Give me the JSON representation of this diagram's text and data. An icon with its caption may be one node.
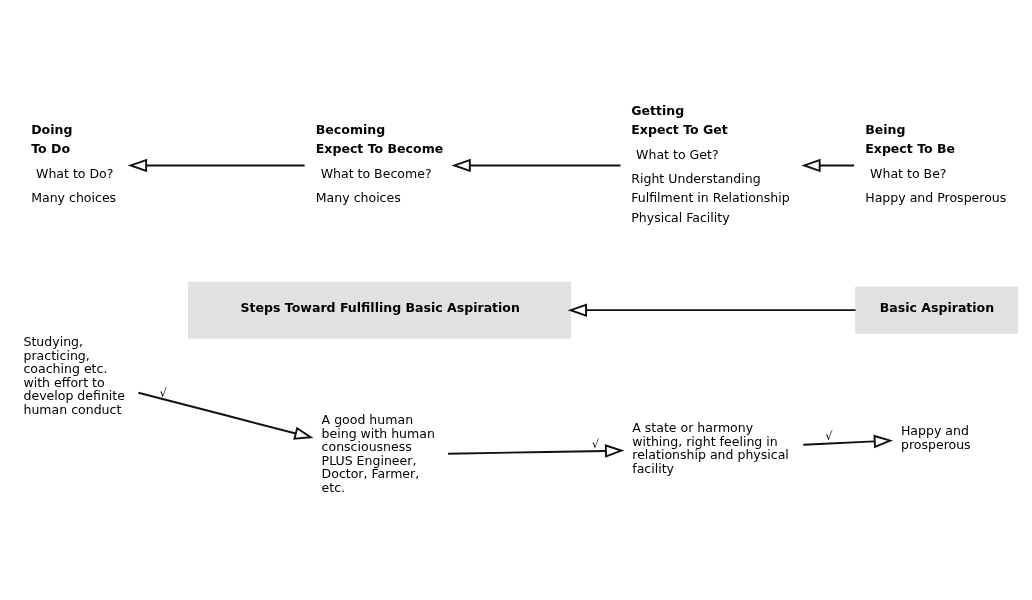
{
  "diagram": {
    "nodes": [
      {
        "text": [
          "Doing",
          "To Do"
        ],
        "beside": [
          "What to Do?",
          "Many choices"
        ]
      },
      {
        "text": [
          "Becoming",
          "Expect To Become"
        ],
        "beside": [
          "What to Become?",
          "Many choices"
        ]
      },
      {
        "text": [
          "Getting",
          "Expect To Get"
        ],
        "beside": [
          "What to Get?",
          "Right Understanding",
          "Fulfilment in Relationship",
          "Physical Facility"
        ]
      },
      {
        "text": [
          "Being",
          "Expect To Be"
        ],
        "beside": [
          "What to Be?",
          "Happy and Prosperous"
        ]
      },
      {
        "text": [
          "Steps Toward Fulfilling Basic Aspiration"
        ]
      },
      {
        "text": [
          "Basic Aspiration"
        ]
      },
      {
        "text": [
          "Studying, practicing, coaching etc. with effort to develop definite human conduct"
        ]
      },
      {
        "text": [
          "A good human being with human consciousness PLUS Engineer, Doctor, Farmer, etc."
        ]
      },
      {
        "text": [
          "A state or harmony withing, right feeling in relationship and physical facility"
        ]
      },
      {
        "text": [
          "Happy and prosperous"
        ]
      }
    ],
    "edges": [
      {
        "from": 1,
        "to": 0,
        "arrow": "to"
      },
      {
        "from": 2,
        "to": 1,
        "arrow": "to"
      },
      {
        "from": 3,
        "to": 2,
        "arrow": "to"
      },
      {
        "from": 5,
        "to": 4,
        "arrow": "to"
      },
      {
        "from": 6,
        "to": 7,
        "arrow": "to",
        "label": "√"
      },
      {
        "from": 7,
        "to": 8,
        "arrow": "to",
        "label": "√"
      },
      {
        "from": 8,
        "to": 9,
        "arrow": "to",
        "label": "√"
      }
    ]
  }
}
